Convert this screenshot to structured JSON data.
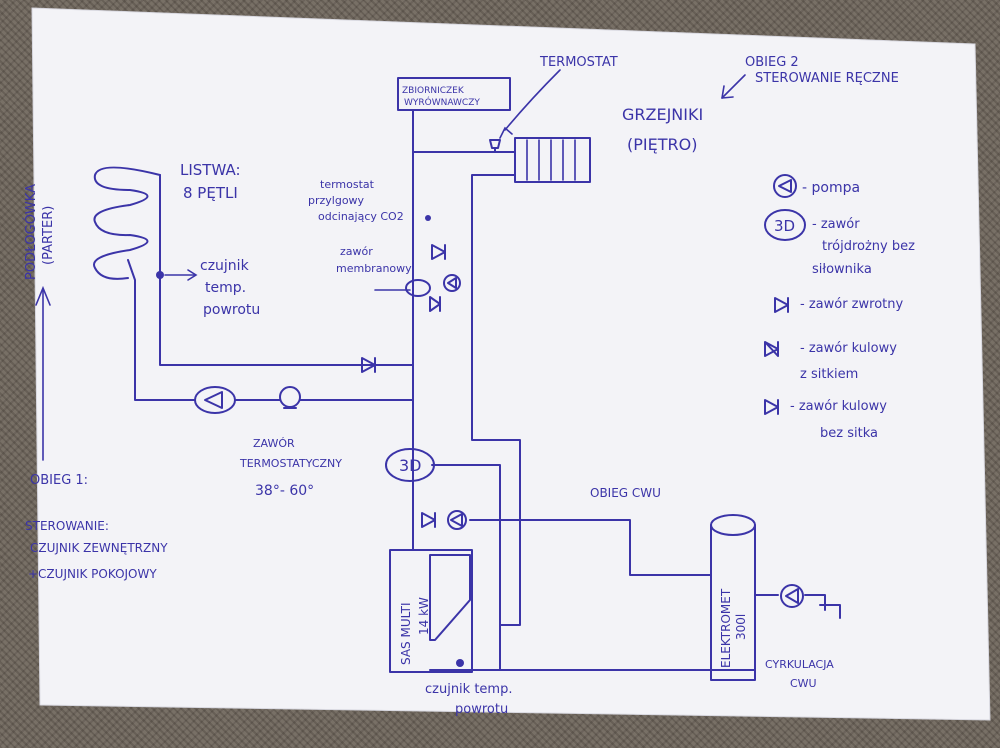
{
  "colors": {
    "ink": "#3b34a8",
    "paper": "#f3f3f7",
    "table": "#6e655b"
  },
  "labels": {
    "expansion_tank": [
      "ZBIORNICZEK",
      "WYRÓWNAWCZY"
    ],
    "thermostat": "TERMOSTAT",
    "circuit2": [
      "OBIEG 2",
      "STEROWANIE RĘCZNE"
    ],
    "radiators": [
      "GRZEJNIKI",
      "(PIĘTRO)"
    ],
    "floor_heating": [
      "PODŁOGÓWKA",
      "(PARTER)"
    ],
    "strip": [
      "LISTWA:",
      "8 PĘTLI"
    ],
    "return_sensor_1": [
      "czujnik",
      "temp.",
      "powrotu"
    ],
    "attached_thermostat": [
      "termostat",
      "przylgowy",
      "odcinający CO2"
    ],
    "membrane_valve": [
      "zawór",
      "membranowy"
    ],
    "thermostatic_valve": [
      "ZAWÓR",
      "TERMOSTATYCZNY",
      "38°- 60°"
    ],
    "circuit1": [
      "OBIEG 1:",
      "STEROWANIE:",
      "CZUJNIK ZEWNĘTRZNY",
      "+CZUJNIK POKOJOWY"
    ],
    "three_way": "3D",
    "dhw_circuit": "OBIEG CWU",
    "boiler": [
      "SAS MULTI",
      "14 kW"
    ],
    "tank": [
      "ELEKTROMET",
      "300l"
    ],
    "circulation": [
      "CYRKULACJA",
      "CWU"
    ],
    "return_sensor_2": [
      "czujnik temp.",
      "powrotu"
    ]
  },
  "legend": [
    {
      "symbol": "pump-icon",
      "text": [
        "- pompa"
      ]
    },
    {
      "symbol": "three-way-valve-icon",
      "text": [
        "- zawór",
        "trójdrożny bez",
        "siłownika"
      ]
    },
    {
      "symbol": "check-valve-icon",
      "text": [
        "- zawór zwrotny"
      ]
    },
    {
      "symbol": "ball-valve-strainer-icon",
      "text": [
        "- zawór kulowy",
        "z sitkiem"
      ]
    },
    {
      "symbol": "ball-valve-icon",
      "text": [
        "- zawór kulowy",
        "bez sitka"
      ]
    }
  ]
}
